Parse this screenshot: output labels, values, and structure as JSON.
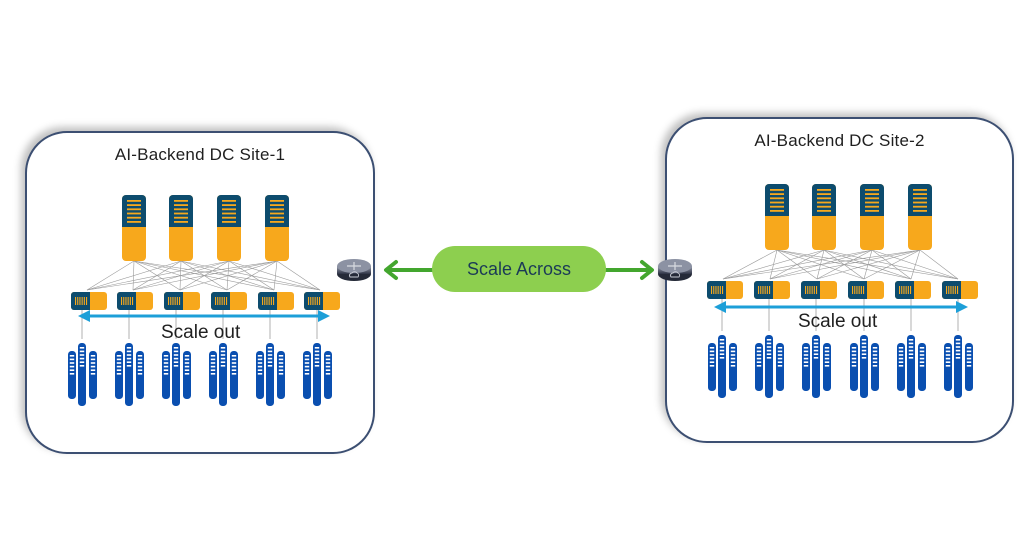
{
  "sites": [
    {
      "id": "site-1",
      "title": "AI-Backend DC Site-1",
      "scale_out_label": "Scale out",
      "spine_count": 4,
      "leaf_count": 6,
      "server_group_count": 6
    },
    {
      "id": "site-2",
      "title": "AI-Backend DC Site-2",
      "scale_out_label": "Scale out",
      "spine_count": 4,
      "leaf_count": 6,
      "server_group_count": 6
    }
  ],
  "interconnect": {
    "label": "Scale Across",
    "arrow": "bidirectional"
  },
  "icons": {
    "router": "router-cloud-icon",
    "spine": "spine-switch-icon",
    "leaf": "leaf-switch-icon",
    "servers": "gpu-server-rack-icon"
  },
  "colors": {
    "switch_dark": "#0d4c6e",
    "switch_orange": "#f7a81c",
    "server_blue": "#0a4fb0",
    "scale_out_arrow": "#1d9fd8",
    "scale_across_arrow": "#43a62e",
    "pill_green": "#8dcf4f",
    "mesh_line": "#9a9a9a",
    "box_border": "#3c4f72"
  }
}
